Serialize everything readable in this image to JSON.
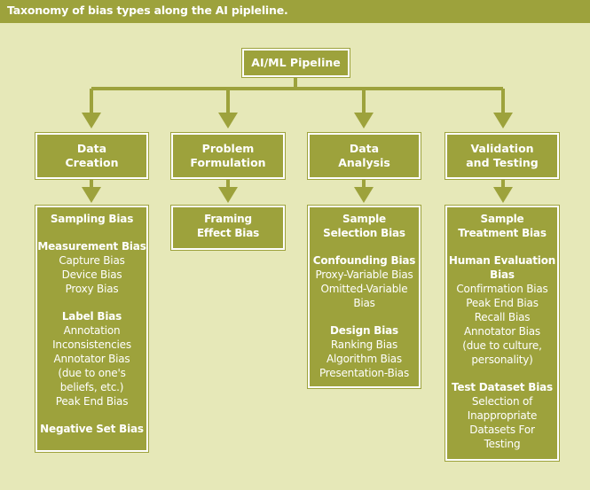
{
  "title": "Taxonomy of bias types along the AI pipleline.",
  "root": "AI/ML Pipeline",
  "colors": {
    "accent": "#9da23c",
    "background": "#e6e8b8",
    "text": "#ffffff"
  },
  "stages": [
    {
      "label": [
        "Data",
        "Creation"
      ],
      "detail": [
        {
          "kind": "head",
          "text": "Sampling Bias"
        },
        {
          "kind": "gap"
        },
        {
          "kind": "head",
          "text": "Measurement Bias"
        },
        {
          "kind": "item",
          "text": "Capture Bias"
        },
        {
          "kind": "item",
          "text": "Device Bias"
        },
        {
          "kind": "item",
          "text": "Proxy Bias"
        },
        {
          "kind": "gap"
        },
        {
          "kind": "head",
          "text": "Label Bias"
        },
        {
          "kind": "item",
          "text": "Annotation"
        },
        {
          "kind": "item",
          "text": "Inconsistencies"
        },
        {
          "kind": "item",
          "text": "Annotator Bias"
        },
        {
          "kind": "item",
          "text": "(due to one's"
        },
        {
          "kind": "item",
          "text": "beliefs, etc.)"
        },
        {
          "kind": "item",
          "text": "Peak End Bias"
        },
        {
          "kind": "gap"
        },
        {
          "kind": "head",
          "text": "Negative Set Bias"
        }
      ]
    },
    {
      "label": [
        "Problem",
        "Formulation"
      ],
      "detail": [
        {
          "kind": "head",
          "text": "Framing"
        },
        {
          "kind": "head",
          "text": "Effect Bias"
        }
      ]
    },
    {
      "label": [
        "Data",
        "Analysis"
      ],
      "detail": [
        {
          "kind": "head",
          "text": "Sample"
        },
        {
          "kind": "head",
          "text": "Selection Bias"
        },
        {
          "kind": "gap"
        },
        {
          "kind": "head",
          "text": "Confounding Bias"
        },
        {
          "kind": "item",
          "text": "Proxy-Variable Bias"
        },
        {
          "kind": "item",
          "text": "Omitted-Variable"
        },
        {
          "kind": "item",
          "text": "Bias"
        },
        {
          "kind": "gap"
        },
        {
          "kind": "head",
          "text": "Design Bias"
        },
        {
          "kind": "item",
          "text": "Ranking Bias"
        },
        {
          "kind": "item",
          "text": "Algorithm Bias"
        },
        {
          "kind": "item",
          "text": "Presentation-Bias"
        }
      ]
    },
    {
      "label": [
        "Validation",
        "and Testing"
      ],
      "detail": [
        {
          "kind": "head",
          "text": "Sample"
        },
        {
          "kind": "head",
          "text": "Treatment Bias"
        },
        {
          "kind": "gap"
        },
        {
          "kind": "head",
          "text": "Human Evaluation"
        },
        {
          "kind": "head",
          "text": "Bias"
        },
        {
          "kind": "item",
          "text": "Confirmation Bias"
        },
        {
          "kind": "item",
          "text": "Peak End Bias"
        },
        {
          "kind": "item",
          "text": "Recall Bias"
        },
        {
          "kind": "item",
          "text": "Annotator Bias"
        },
        {
          "kind": "item",
          "text": "(due to culture,"
        },
        {
          "kind": "item",
          "text": "personality)"
        },
        {
          "kind": "gap"
        },
        {
          "kind": "head",
          "text": "Test Dataset Bias"
        },
        {
          "kind": "item",
          "text": "Selection of"
        },
        {
          "kind": "item",
          "text": "Inappropriate"
        },
        {
          "kind": "item",
          "text": "Datasets For"
        },
        {
          "kind": "item",
          "text": "Testing"
        }
      ]
    }
  ]
}
